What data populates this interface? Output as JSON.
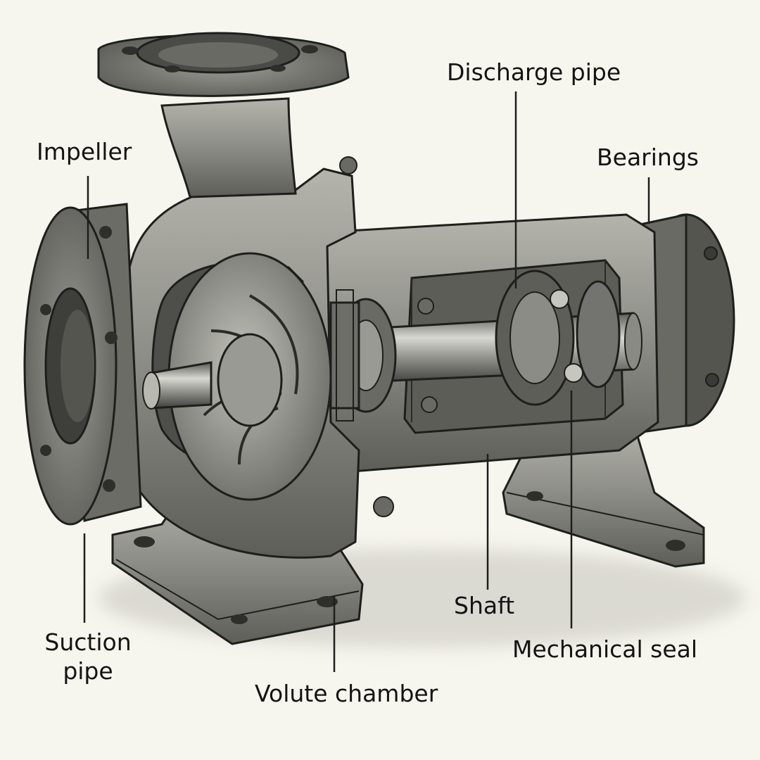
{
  "labels": {
    "discharge_pipe": "Discharge pipe",
    "impeller": "Impeller",
    "bearings": "Bearings",
    "shaft": "Shaft",
    "suction_pipe_line1": "Suction",
    "suction_pipe_line2": "pipe",
    "volute_chamber": "Volute chamber",
    "mechanical_seal": "Mechanical seal"
  },
  "colors": {
    "background": "#f6f5ee",
    "metal_light": "#a3a39c",
    "metal_mid": "#7d7d77",
    "metal_dark": "#4a4a46",
    "outline": "#1e1e1c",
    "text": "#141414"
  }
}
